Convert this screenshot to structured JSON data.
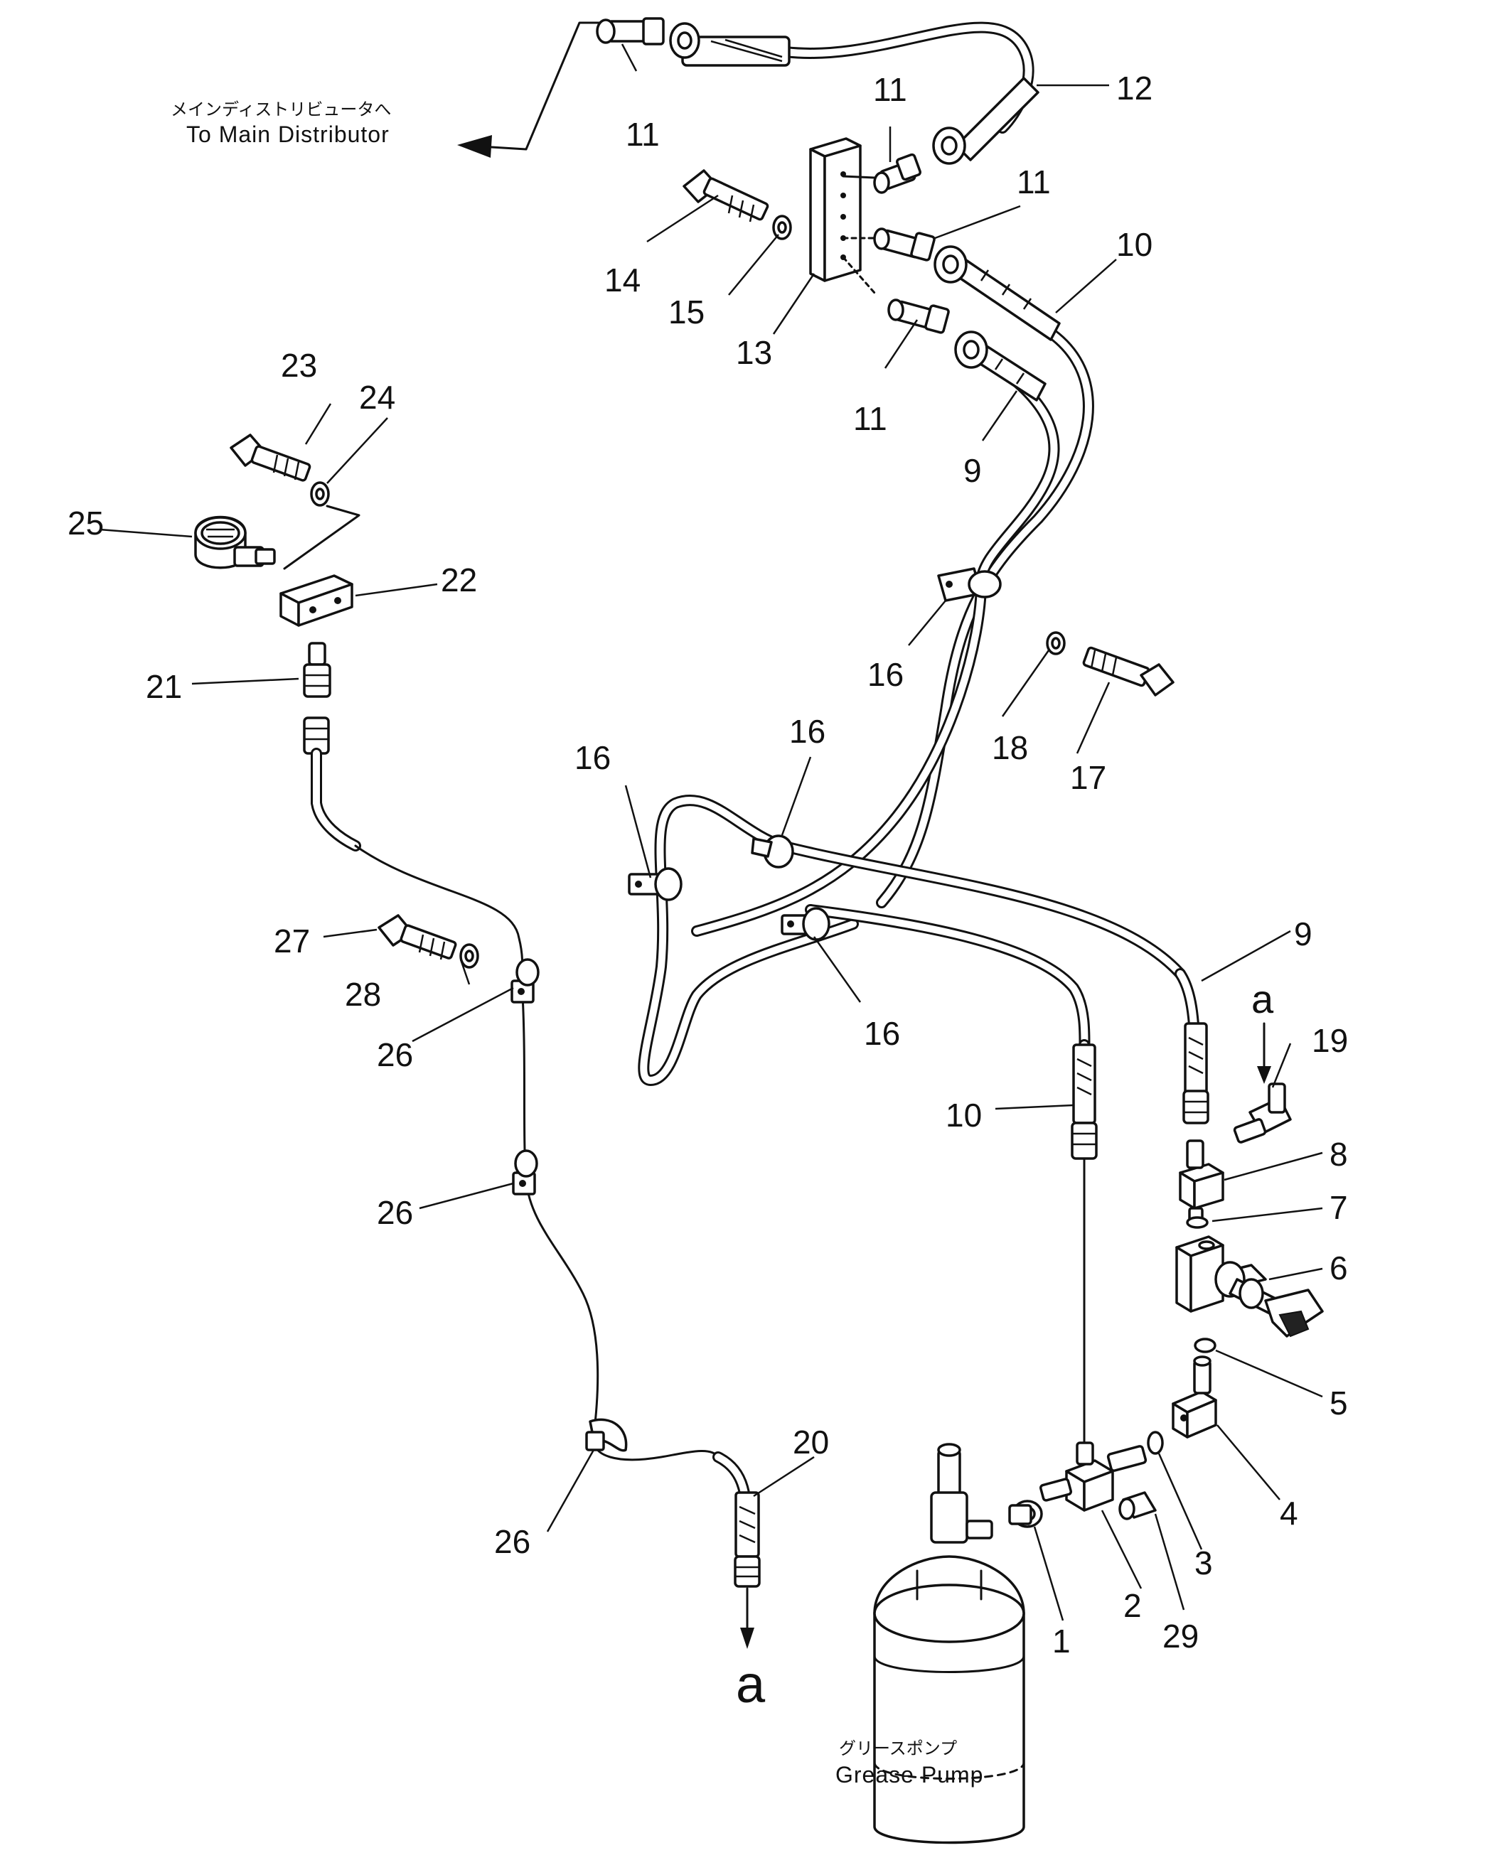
{
  "labels": {
    "main_distributor_jp": "メインディストリビュータへ",
    "main_distributor_en": "To Main Distributor",
    "grease_pump_jp": "グリースポンプ",
    "grease_pump_en": "Grease Pump",
    "arrow_ref_top": "a",
    "arrow_ref_bottom": "a"
  },
  "callouts": {
    "c1": "1",
    "c2": "2",
    "c3": "3",
    "c4": "4",
    "c5": "5",
    "c6": "6",
    "c7": "7",
    "c8": "8",
    "c9a": "9",
    "c9b": "9",
    "c10a": "10",
    "c10b": "10",
    "c11a": "11",
    "c11b": "11",
    "c11c": "11",
    "c11d": "11",
    "c12": "12",
    "c13": "13",
    "c14": "14",
    "c15": "15",
    "c16a": "16",
    "c16b": "16",
    "c16c": "16",
    "c16d": "16",
    "c17": "17",
    "c18": "18",
    "c19": "19",
    "c20": "20",
    "c21": "21",
    "c22": "22",
    "c23": "23",
    "c24": "24",
    "c25": "25",
    "c26a": "26",
    "c26b": "26",
    "c26c": "26",
    "c27": "27",
    "c28": "28",
    "c29": "29"
  }
}
